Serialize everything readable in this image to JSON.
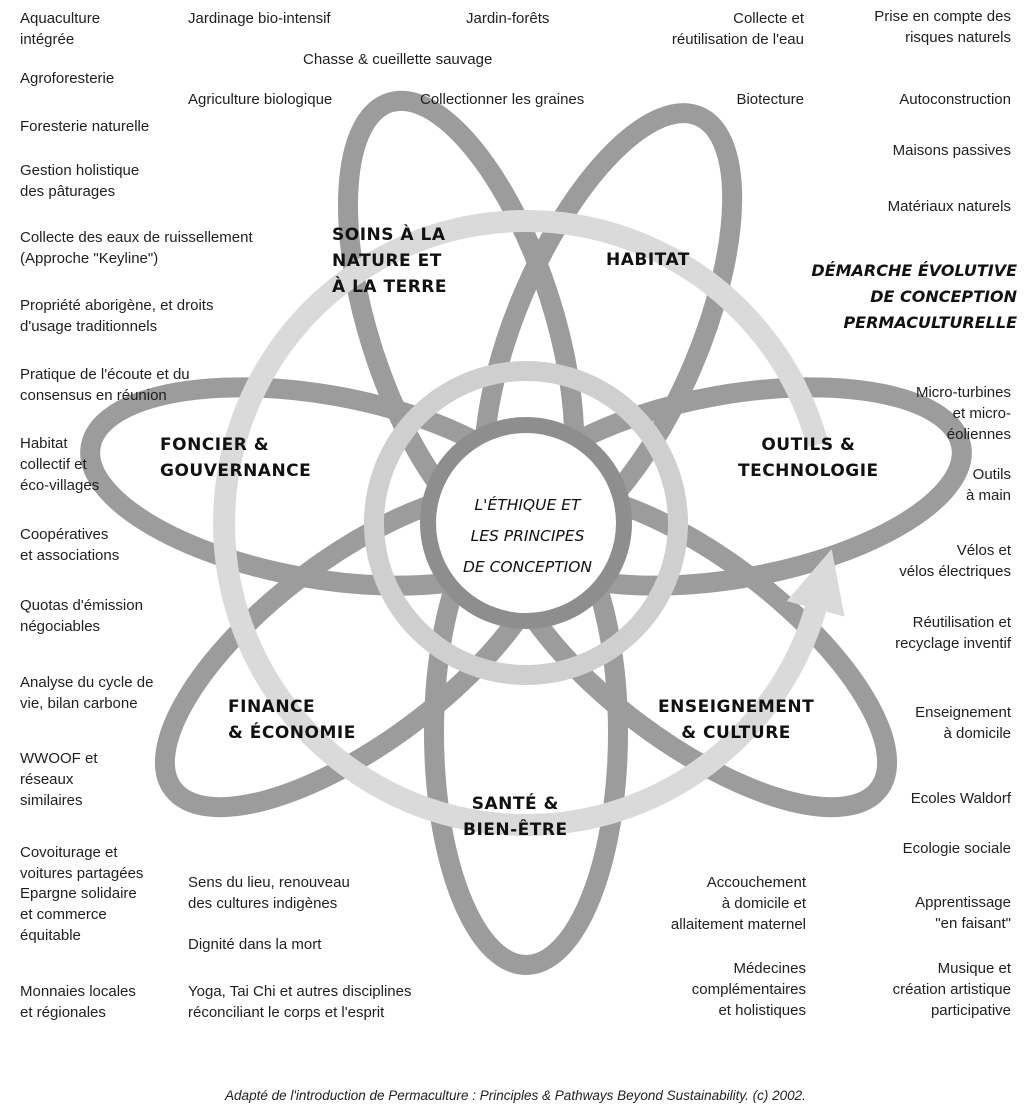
{
  "center": {
    "lines": [
      "L'ÉTHIQUE ET",
      "LES PRINCIPES",
      "DE CONCEPTION"
    ]
  },
  "process": {
    "lines": [
      "DÉMARCHE ÉVOLUTIVE",
      "DE CONCEPTION",
      "PERMACULTURELLE"
    ]
  },
  "domains": {
    "nature": [
      "SOINS À LA",
      "NATURE ET",
      "À LA TERRE"
    ],
    "habitat": [
      "HABITAT"
    ],
    "outils": [
      "OUTILS &",
      "TECHNOLOGIE"
    ],
    "enseignement": [
      "ENSEIGNEMENT",
      "& CULTURE"
    ],
    "sante": [
      "SANTÉ &",
      "BIEN-ÊTRE"
    ],
    "finance": [
      "FINANCE",
      "& ÉCONOMIE"
    ],
    "foncier": [
      "FONCIER &",
      "GOUVERNANCE"
    ]
  },
  "items": {
    "aquaculture": [
      "Aquaculture",
      "intégrée"
    ],
    "jardinage": [
      "Jardinage bio-intensif"
    ],
    "jardin_forets": [
      "Jardin-forêts"
    ],
    "collecte_eau": [
      "Collecte et",
      "réutilisation de l'eau"
    ],
    "risques": [
      "Prise en compte des",
      "risques naturels"
    ],
    "chasse": [
      "Chasse & cueillette sauvage"
    ],
    "agroforesterie": [
      "Agroforesterie"
    ],
    "agri_bio": [
      "Agriculture biologique"
    ],
    "graines": [
      "Collectionner les graines"
    ],
    "biotecture": [
      "Biotecture"
    ],
    "autoconstruction": [
      "Autoconstruction"
    ],
    "foresterie": [
      "Foresterie naturelle"
    ],
    "maisons_passives": [
      "Maisons passives"
    ],
    "gestion_paturages": [
      "Gestion holistique",
      "des pâturages"
    ],
    "materiaux": [
      "Matériaux naturels"
    ],
    "keyline": [
      "Collecte des eaux de ruissellement",
      "(Approche \"Keyline\")"
    ],
    "aborigene": [
      "Propriété aborigène, et droits",
      "d'usage traditionnels"
    ],
    "ecoute": [
      "Pratique de l'écoute et du",
      "consensus en réunion"
    ],
    "micro_turbines": [
      "Micro-turbines",
      "et micro-",
      "éoliennes"
    ],
    "habitat_collectif": [
      "Habitat",
      "collectif et",
      "éco-villages"
    ],
    "outils_main": [
      "Outils",
      "à main"
    ],
    "cooperatives": [
      "Coopératives",
      "et associations"
    ],
    "velos": [
      "Vélos et",
      "vélos électriques"
    ],
    "quotas": [
      "Quotas d'émission",
      "négociables"
    ],
    "reutilisation": [
      "Réutilisation et",
      "recyclage inventif"
    ],
    "cycle_vie": [
      "Analyse du cycle de",
      "vie, bilan carbone"
    ],
    "enseignement_domicile": [
      "Enseignement",
      "à domicile"
    ],
    "wwoof": [
      "WWOOF et",
      "réseaux",
      "similaires"
    ],
    "waldorf": [
      "Ecoles Waldorf"
    ],
    "ecologie_sociale": [
      "Ecologie sociale"
    ],
    "covoiturage": [
      "Covoiturage et",
      "voitures partagées"
    ],
    "epargne": [
      "Epargne solidaire",
      "et commerce",
      "équitable"
    ],
    "sens_lieu": [
      "Sens du lieu, renouveau",
      "des cultures indigènes"
    ],
    "accouchement": [
      "Accouchement",
      "à domicile et",
      "allaitement maternel"
    ],
    "apprentissage": [
      "Apprentissage",
      "\"en faisant\""
    ],
    "dignite": [
      "Dignité dans la mort"
    ],
    "medecines": [
      "Médecines",
      "complémentaires",
      "et holistiques"
    ],
    "musique": [
      "Musique et",
      "création artistique",
      "participative"
    ],
    "monnaies": [
      "Monnaies locales",
      "et régionales"
    ],
    "yoga": [
      "Yoga, Tai Chi et autres disciplines",
      "réconciliant le corps et l'esprit"
    ]
  },
  "caption": "Adapté de l'introduction de Permaculture : Principles & Pathways Beyond Sustainability. (c) 2002.",
  "colors": {
    "petal": "#9c9c9c",
    "inner_ring": "#dadada",
    "middle_ring": "#cfcfcf",
    "center_ring": "#8e8e8e",
    "text": "#1f1f1f"
  }
}
